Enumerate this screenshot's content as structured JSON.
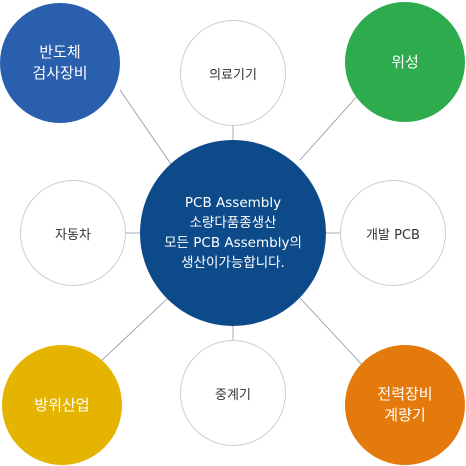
{
  "center": {
    "lines": [
      "PCB Assembly",
      "소량다품종생산",
      "모든 PCB  Assembly의",
      "생산이가능합니다."
    ],
    "color": "#0d4a8a"
  },
  "nodes": {
    "top_left": {
      "lines": [
        "반도체",
        "검사장비"
      ],
      "color": "#2a5fae"
    },
    "top": {
      "lines": [
        "의료기기"
      ]
    },
    "top_right": {
      "lines": [
        "위성"
      ],
      "color": "#2eab4c"
    },
    "left": {
      "lines": [
        "자동차"
      ]
    },
    "right": {
      "lines": [
        "개발 PCB"
      ]
    },
    "bottom_left": {
      "lines": [
        "방위산업"
      ],
      "color": "#e5b400"
    },
    "bottom": {
      "lines": [
        "중계기"
      ]
    },
    "bottom_right": {
      "lines": [
        "전력장비",
        "계량기"
      ],
      "color": "#e57a0c"
    }
  },
  "colors": {
    "connector": "#8a93a6",
    "outline_border": "#c8ced8"
  }
}
